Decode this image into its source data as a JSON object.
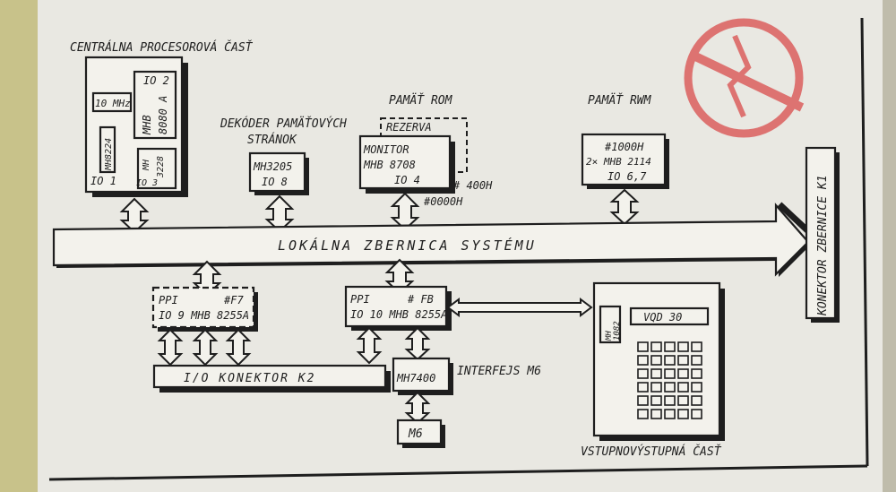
{
  "diagram": {
    "cpu": {
      "title": "CENTRÁLNA PROCESOROVÁ ČASŤ",
      "clock_chip": "10 MHz",
      "clock_gen": "MH8224",
      "io1": "IO 1",
      "cpu_io": "IO 2",
      "cpu_part": "MHB",
      "cpu_num": "8080 A",
      "ctrl_part": "MH",
      "ctrl_num": "3228",
      "ctrl_io": "IO 3"
    },
    "decoder": {
      "title_line1": "DEKÓDER PAMÄŤOVÝCH",
      "title_line2": "STRÁNOK",
      "chip": "MH3205",
      "io": "IO 8"
    },
    "rom": {
      "title": "PAMÄŤ ROM",
      "reserve": "REZERVA",
      "line1": "MONITOR",
      "line2": "MHB 8708",
      "io": "IO 4",
      "addr_reserve": "# 400H",
      "addr_base": "#0000H"
    },
    "ram": {
      "title": "PAMÄŤ RWM",
      "addr": "#1000H",
      "chip": "2× MHB 2114",
      "io": "IO 6,7"
    },
    "bus": {
      "label": "LOKÁLNA ZBERNICA SYSTÉMU"
    },
    "connector_k1": {
      "label": "KONEKTOR ZBERNICE K1"
    },
    "ppi_left": {
      "name": "PPI",
      "addr": "#F7",
      "line2": "IO 9 MHB 8255A"
    },
    "ppi_right": {
      "name": "PPI",
      "addr": "# FB",
      "line2": "IO 10 MHB 8255A"
    },
    "io_connector": {
      "label": "I/O KONEKTOR K2"
    },
    "interface": {
      "label": "INTERFEJS M6",
      "chip": "MH7400",
      "device": "M6"
    },
    "io_unit": {
      "display": "VQD 30",
      "chip_part": "MH",
      "chip_num": "1082",
      "title": "VSTUPNOVÝSTUPNÁ ČASŤ"
    }
  }
}
